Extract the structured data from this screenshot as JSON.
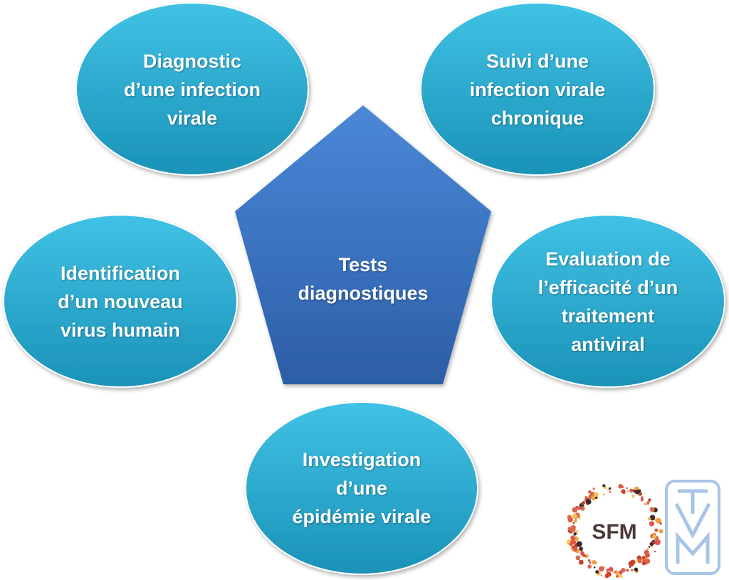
{
  "center": {
    "lines": [
      "Tests",
      "diagnostiques"
    ]
  },
  "nodes": [
    {
      "id": "diagnostic",
      "lines": [
        "Diagnostic",
        "d’une infection",
        "virale"
      ]
    },
    {
      "id": "suivi",
      "lines": [
        "Suivi d’une",
        "infection virale",
        "chronique"
      ]
    },
    {
      "id": "identification",
      "lines": [
        "Identification",
        "d’un nouveau",
        "virus humain"
      ]
    },
    {
      "id": "evaluation",
      "lines": [
        "Evaluation de",
        "l’efficacité d’un",
        "traitement",
        "antiviral"
      ]
    },
    {
      "id": "investigation",
      "lines": [
        "Investigation",
        "d’une",
        "épidémie virale"
      ]
    }
  ],
  "logos": {
    "sfm": "SFM",
    "tvm": "TVM"
  },
  "colors": {
    "ellipse_top": "#3fc0e3",
    "ellipse_bottom": "#1a8fb5",
    "pentagon_top": "#4a86d6",
    "pentagon_bottom": "#2c5fa8",
    "tvm": "#a8c4e6"
  }
}
